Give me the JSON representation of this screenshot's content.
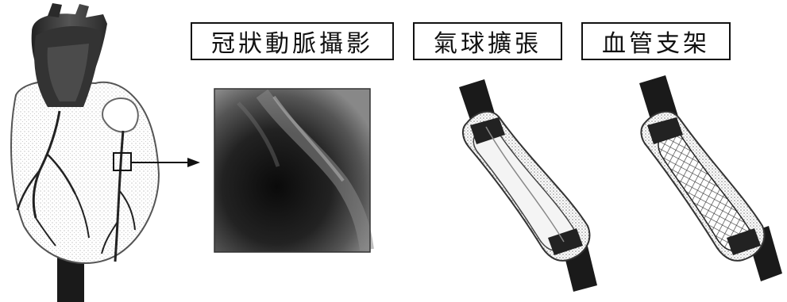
{
  "labels": {
    "angiography": "冠狀動脈攝影",
    "balloon": "氣球擴張",
    "stent": "血管支架"
  },
  "colors": {
    "ink": "#111111",
    "grey": "#9a9a9a",
    "dark": "#1a1a1a"
  },
  "icons": {
    "heart": "heart-illustration",
    "arrow": "arrow-right",
    "angiogram": "angiogram-image",
    "balloon": "balloon-catheter",
    "stent": "stent-catheter"
  }
}
